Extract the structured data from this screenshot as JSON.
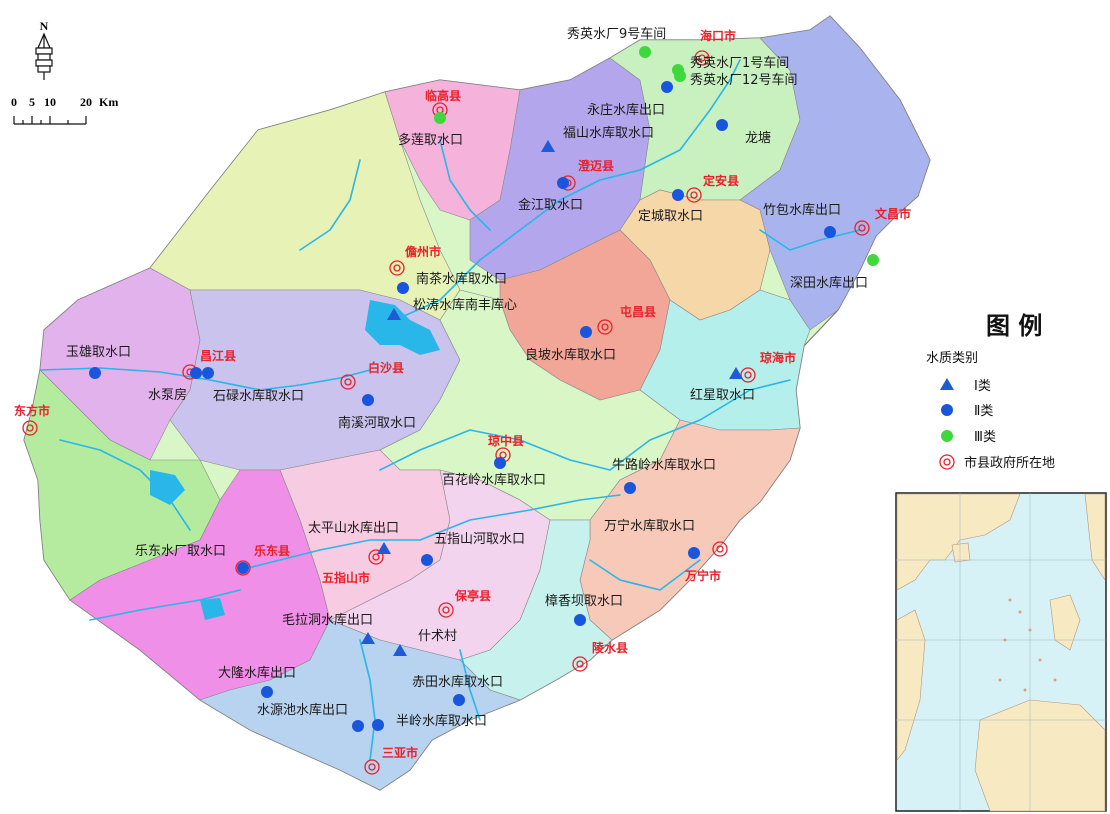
{
  "compass": {
    "north_label": "N"
  },
  "scale_bar": {
    "ticks": [
      "0",
      "5",
      "10",
      "20"
    ],
    "unit": "Km"
  },
  "colors": {
    "region_haikou": "#c9f1c0",
    "region_wenchang": "#a9b4ee",
    "region_lingao": "#f5b3dc",
    "region_chengmai": "#b3a6ec",
    "region_danzhou": "#e7f3b6",
    "region_changjiang": "#e2b2ec",
    "region_baisha": "#c9c3ee",
    "region_tunchang": "#f2a697",
    "region_dingan": "#f6d7a7",
    "region_qionghai": "#b5efec",
    "region_dongfang": "#b5eb9f",
    "region_qiongzhong": "#d9f6c7",
    "region_wanning": "#f7c9b9",
    "region_ledong": "#ef8fe7",
    "region_wuzhishan": "#f7cbe1",
    "region_baoting": "#f3d4ee",
    "region_lingshui": "#c7f1ed",
    "region_sanya": "#b7d3ef",
    "water": "#29b6e8",
    "class1": "#1f5bd6",
    "class2": "#1a55dd",
    "class3": "#3fd83c",
    "city_red": "#e8212a"
  },
  "legend": {
    "title": "图 例",
    "subtitle": "水质类别",
    "items": [
      {
        "symbol": "triangle",
        "label": "Ⅰ类"
      },
      {
        "symbol": "circle-blue",
        "label": "Ⅱ类"
      },
      {
        "symbol": "circle-green",
        "label": "Ⅲ类"
      },
      {
        "symbol": "double-circle",
        "label": "市县政府所在地"
      }
    ]
  },
  "cities": [
    "海口市",
    "临高县",
    "澄迈县",
    "定安县",
    "文昌市",
    "儋州市",
    "屯昌县",
    "昌江县",
    "白沙县",
    "琼海市",
    "东方市",
    "琼中县",
    "乐东县",
    "五指山市",
    "万宁市",
    "保亭县",
    "陵水县",
    "三亚市"
  ],
  "stations": [
    {
      "name": "秀英水厂9号车间",
      "class": "III"
    },
    {
      "name": "秀英水厂1号车间",
      "class": "III"
    },
    {
      "name": "秀英水厂12号车间",
      "class": "III"
    },
    {
      "name": "永庄水库出口",
      "class": "II"
    },
    {
      "name": "福山水库取水口",
      "class": "I"
    },
    {
      "name": "龙塘",
      "class": "II"
    },
    {
      "name": "多莲取水口",
      "class": "III"
    },
    {
      "name": "金江取水口",
      "class": "II"
    },
    {
      "name": "定城取水口",
      "class": "II"
    },
    {
      "name": "竹包水库出口",
      "class": "II"
    },
    {
      "name": "深田水库出口",
      "class": "III"
    },
    {
      "name": "南茶水库取水口",
      "class": "II"
    },
    {
      "name": "松涛水库南丰库心",
      "class": "I"
    },
    {
      "name": "良坡水库取水口",
      "class": "II"
    },
    {
      "name": "玉雄取水口",
      "class": "II"
    },
    {
      "name": "水泵房",
      "class": "II"
    },
    {
      "name": "石碌水库取水口",
      "class": "II"
    },
    {
      "name": "南溪河取水口",
      "class": "II"
    },
    {
      "name": "红星取水口",
      "class": "I"
    },
    {
      "name": "百花岭水库取水口",
      "class": "II"
    },
    {
      "name": "牛路岭水库取水口",
      "class": "II"
    },
    {
      "name": "太平山水库出口",
      "class": "I"
    },
    {
      "name": "五指山河取水口",
      "class": "II"
    },
    {
      "name": "万宁水库取水口",
      "class": "II"
    },
    {
      "name": "乐东水厂取水口",
      "class": "II"
    },
    {
      "name": "毛拉洞水库出口",
      "class": "I"
    },
    {
      "name": "什术村",
      "class": "I"
    },
    {
      "name": "樟香坝取水口",
      "class": "II"
    },
    {
      "name": "大隆水库出口",
      "class": "II"
    },
    {
      "name": "水源池水库出口",
      "class": "II"
    },
    {
      "name": "赤田水库取水口",
      "class": "II"
    },
    {
      "name": "半岭水库取水口",
      "class": "II"
    }
  ]
}
